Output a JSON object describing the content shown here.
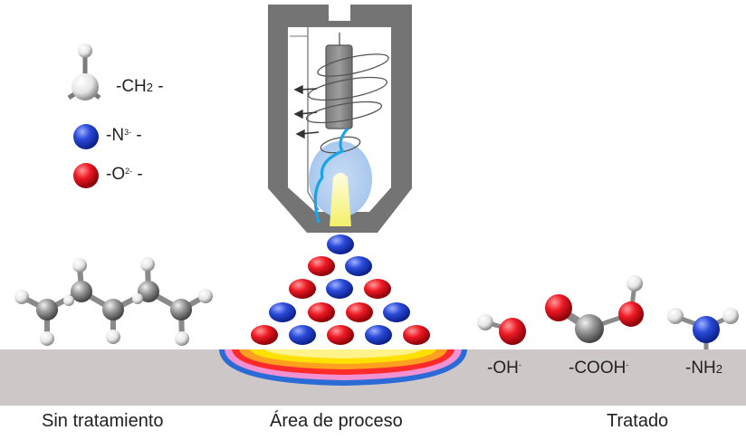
{
  "legend": {
    "ch2": "-CH",
    "ch2_sub": "2",
    "ch2_tail": " -",
    "n": "-N",
    "n_sup": "3-",
    "n_tail": " -",
    "o": "-O",
    "o_sup": "2-",
    "o_tail": " -"
  },
  "groups": {
    "oh": "-OH",
    "oh_sup": "-",
    "cooh": "-COOH",
    "cooh_sup": "-",
    "nh2": "-NH",
    "nh2_sub": "2"
  },
  "captions": {
    "untreated": "Sin tratamiento",
    "process": "Área de proceso",
    "treated": "Tratado"
  },
  "colors": {
    "nitrogen": "#2244cc",
    "oxygen": "#e01020",
    "carbon": "#888888",
    "hydrogen": "#f2f2f2",
    "substrate": "#cdc7c7"
  }
}
